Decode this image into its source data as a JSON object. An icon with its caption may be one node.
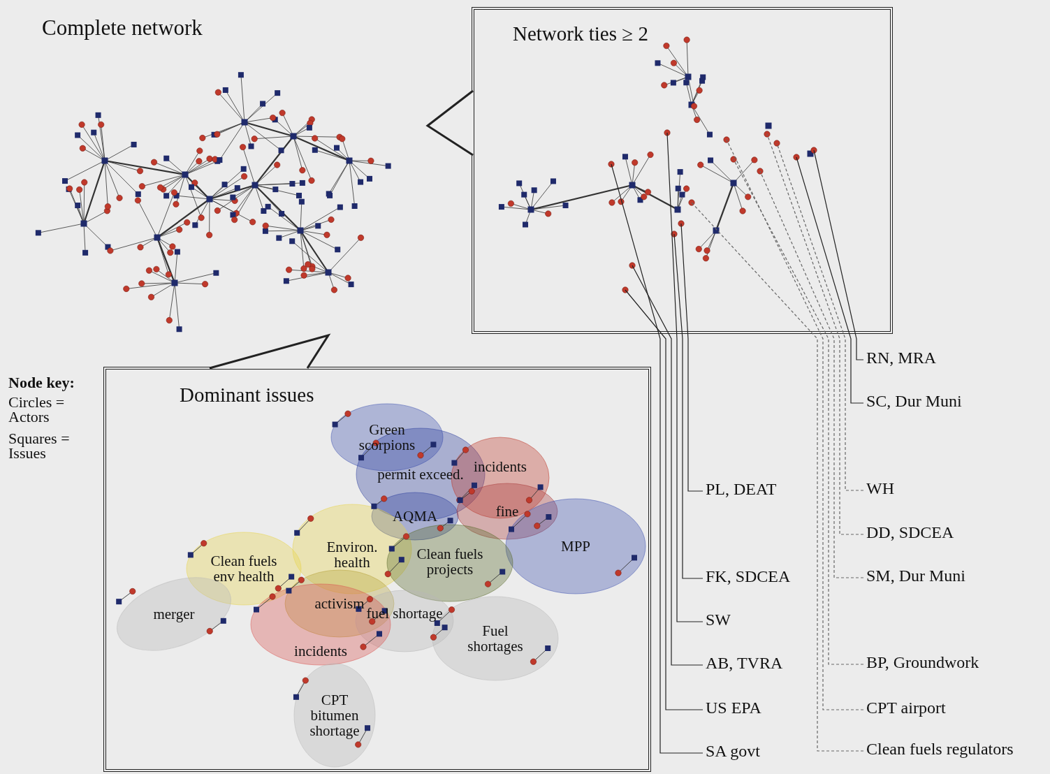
{
  "diagram": {
    "nodes": [
      {
        "text": [
          "Network ties ≥ 2"
        ]
      },
      {
        "text": [
          "Dominant issues"
        ]
      },
      {
        "text": [
          "Green scorpions"
        ],
        "in": 1
      },
      {
        "text": [
          "permit exceed."
        ],
        "in": 1
      },
      {
        "text": [
          "incidents"
        ],
        "in": 1
      },
      {
        "text": [
          "AQMA"
        ],
        "in": 1
      },
      {
        "text": [
          "fine"
        ],
        "in": 1
      },
      {
        "text": [
          "MPP"
        ],
        "in": 1
      },
      {
        "text": [
          "Environ. health"
        ],
        "in": 1
      },
      {
        "text": [
          "Clean fuels projects"
        ],
        "in": 1
      },
      {
        "text": [
          "Clean fuels env health"
        ],
        "in": 1
      },
      {
        "text": [
          "merger"
        ],
        "in": 1
      },
      {
        "text": [
          "activism"
        ],
        "in": 1
      },
      {
        "text": [
          "fuel shortage"
        ],
        "in": 1
      },
      {
        "text": [
          "incidents"
        ],
        "in": 1
      },
      {
        "text": [
          "Fuel shortages"
        ],
        "in": 1
      },
      {
        "text": [
          "CPT bitumen shortage"
        ],
        "in": 1
      },
      {
        "text": [
          "PL, DEAT"
        ]
      },
      {
        "text": [
          "FK, SDCEA"
        ]
      },
      {
        "text": [
          "SW"
        ]
      },
      {
        "text": [
          "AB, TVRA"
        ]
      },
      {
        "text": [
          "US EPA"
        ]
      },
      {
        "text": [
          "SA govt"
        ]
      },
      {
        "text": [
          "RN, MRA"
        ]
      },
      {
        "text": [
          "SC, Dur Muni"
        ]
      },
      {
        "text": [
          "WH"
        ]
      },
      {
        "text": [
          "DD, SDCEA"
        ]
      },
      {
        "text": [
          "SM, Dur Muni"
        ]
      },
      {
        "text": [
          "BP, Groundwork"
        ]
      },
      {
        "text": [
          "CPT airport"
        ]
      },
      {
        "text": [
          "Clean fuels regulators"
        ]
      }
    ],
    "edges": [
      {
        "from": 17,
        "to": 0,
        "arrow": "none"
      },
      {
        "from": 18,
        "to": 0,
        "arrow": "none"
      },
      {
        "from": 19,
        "to": 0,
        "arrow": "none"
      },
      {
        "from": 20,
        "to": 0,
        "arrow": "none"
      },
      {
        "from": 21,
        "to": 0,
        "arrow": "none"
      },
      {
        "from": 22,
        "to": 0,
        "arrow": "none"
      },
      {
        "from": 23,
        "to": 0,
        "arrow": "none"
      },
      {
        "from": 24,
        "to": 0,
        "arrow": "none"
      },
      {
        "from": 25,
        "to": 0,
        "arrow": "none",
        "style": "dashed"
      },
      {
        "from": 26,
        "to": 0,
        "arrow": "none",
        "style": "dashed"
      },
      {
        "from": 27,
        "to": 0,
        "arrow": "none",
        "style": "dashed"
      },
      {
        "from": 28,
        "to": 0,
        "arrow": "none",
        "style": "dashed"
      },
      {
        "from": 29,
        "to": 0,
        "arrow": "none",
        "style": "dashed"
      },
      {
        "from": 30,
        "to": 0,
        "arrow": "none",
        "style": "dashed"
      }
    ],
    "labels": [
      "Complete network",
      "Node key:",
      "Circles = Actors",
      "Squares = Issues"
    ]
  }
}
